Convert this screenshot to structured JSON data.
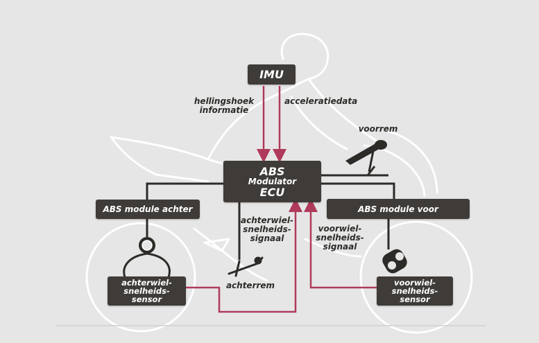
{
  "colors": {
    "background": "#e6e6e6",
    "box": "#3e3b38",
    "box_text": "#ffffff",
    "line_dark": "#2d2b28",
    "line_signal": "#b03a5b",
    "silhouette": "#ffffff"
  },
  "boxes": {
    "imu": "IMU",
    "abs_ecu": {
      "line1": "ABS",
      "line2": "Modulator",
      "line3": "ECU"
    },
    "abs_rear": "ABS module achter",
    "abs_front": "ABS module voor",
    "rear_sensor": [
      "achterwiel-",
      "snelheids-",
      "sensor"
    ],
    "front_sensor": [
      "voorwiel-",
      "snelheids-",
      "sensor"
    ]
  },
  "labels": {
    "lean_angle": [
      "hellingshoek",
      "informatie"
    ],
    "accel_data": "acceleratiedata",
    "front_brake": "voorrem",
    "rear_brake": "achterrem",
    "rear_speed_signal": [
      "achterwiel-",
      "snelheids-",
      "signaal"
    ],
    "front_speed_signal": [
      "voorwiel-",
      "snelheids-",
      "signaal"
    ]
  },
  "icons": [
    "motorcycle-rider-silhouette",
    "front-brake-lever-icon",
    "rear-brake-pedal-icon",
    "rear-wheel-sensor-icon",
    "front-wheel-sensor-icon"
  ]
}
